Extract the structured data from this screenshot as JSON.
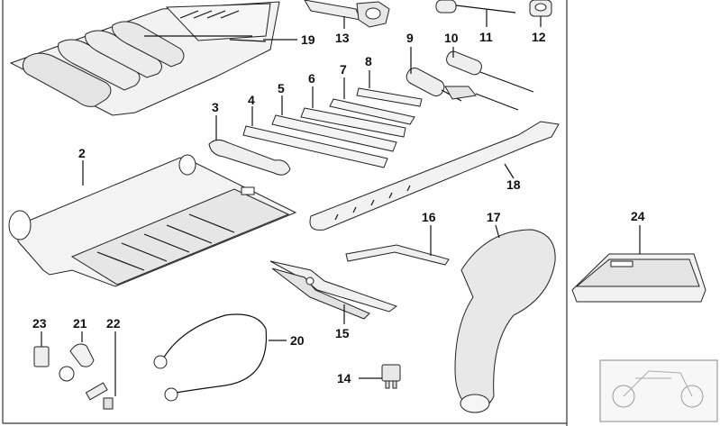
{
  "callouts": {
    "c2": "2",
    "c3": "3",
    "c4": "4",
    "c5": "5",
    "c6": "6",
    "c7": "7",
    "c8": "8",
    "c9": "9",
    "c10": "10",
    "c11": "11",
    "c12": "12",
    "c13": "13",
    "c14": "14",
    "c15": "15",
    "c16": "16",
    "c17": "17",
    "c18": "18",
    "c19": "19",
    "c20": "20",
    "c21": "21",
    "c22": "22",
    "c23": "23",
    "c24": "24"
  }
}
